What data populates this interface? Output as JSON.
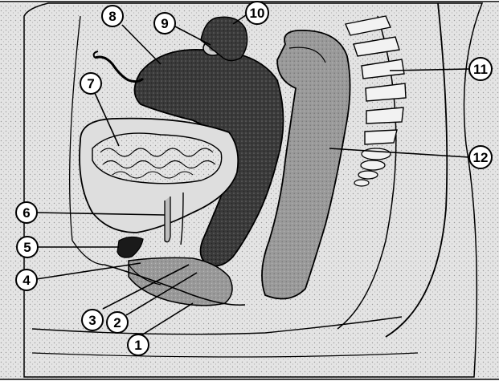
{
  "colors": {
    "stipple_background": "#dcdcdc",
    "body_light": "#e6e6e6",
    "organ_dark": "#2e2e2e",
    "organ_mid": "#8c8c8c",
    "outline": "#000000",
    "label_fill": "#ffffff"
  },
  "labels": [
    {
      "id": "1",
      "text": "1"
    },
    {
      "id": "2",
      "text": "2"
    },
    {
      "id": "3",
      "text": "3"
    },
    {
      "id": "4",
      "text": "4"
    },
    {
      "id": "5",
      "text": "5"
    },
    {
      "id": "6",
      "text": "6"
    },
    {
      "id": "7",
      "text": "7"
    },
    {
      "id": "8",
      "text": "8"
    },
    {
      "id": "9",
      "text": "9"
    },
    {
      "id": "10",
      "text": "10"
    },
    {
      "id": "11",
      "text": "11"
    },
    {
      "id": "12",
      "text": "12"
    }
  ]
}
